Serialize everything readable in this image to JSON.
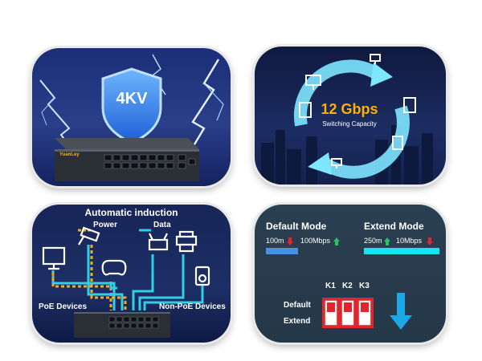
{
  "surge": {
    "badge": "4KV",
    "switch_brand": "YuanLey"
  },
  "capacity": {
    "value": "12 Gbps",
    "caption": "Switching Capacity"
  },
  "poe": {
    "title": "Automatic induction",
    "legend_power": "Power",
    "legend_data": "Data",
    "label_poe_devices": "PoE Devices",
    "label_non_poe_devices": "Non-PoE Devices",
    "colors": {
      "power": "#f5a623",
      "data": "#2fd0e6"
    }
  },
  "modes": {
    "default_title": "Default Mode",
    "extend_title": "Extend Mode",
    "default_distance": "100m",
    "default_speed": "100Mbps",
    "extend_distance": "250m",
    "extend_speed": "10Mbps",
    "switch_labels": [
      "K1",
      "K2",
      "K3"
    ],
    "row_default": "Default",
    "row_extend": "Extend"
  }
}
